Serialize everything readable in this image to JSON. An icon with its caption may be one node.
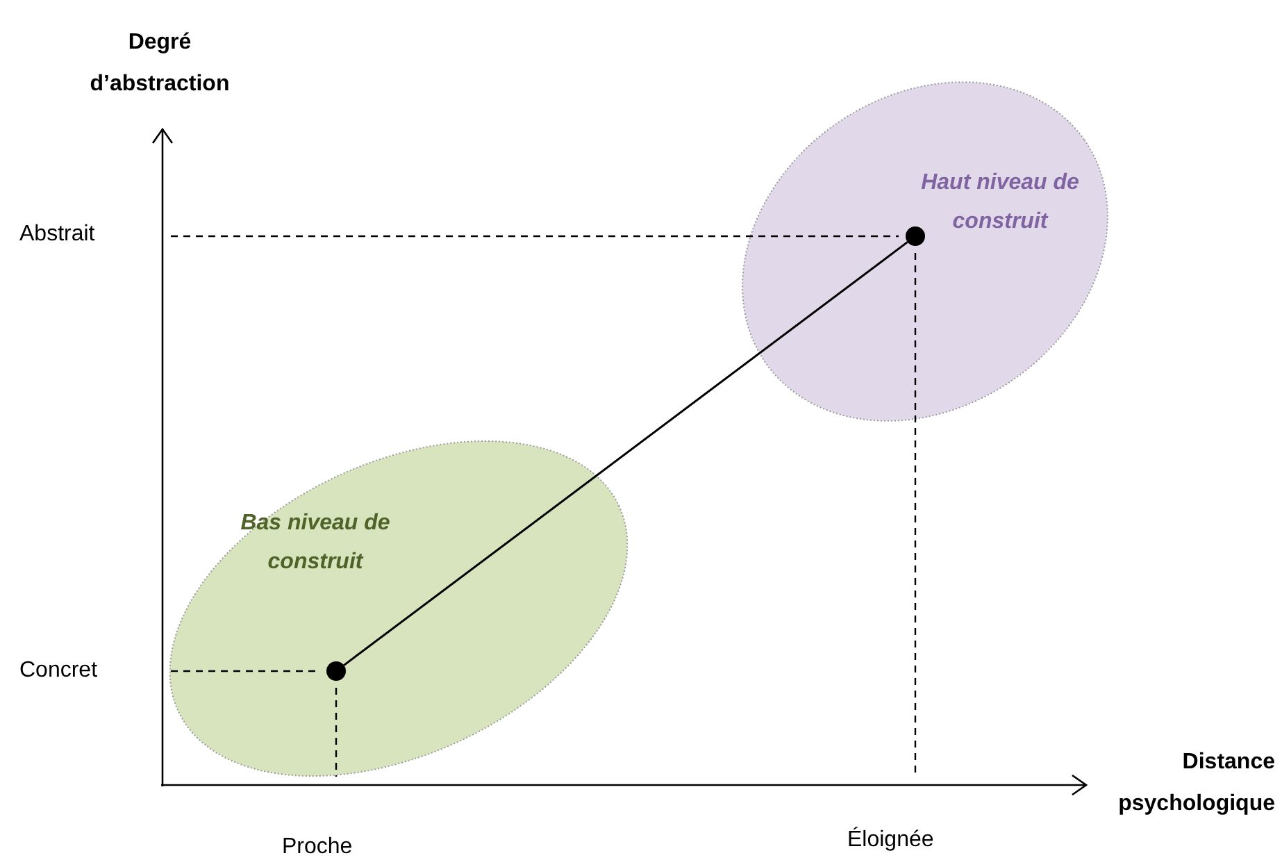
{
  "diagram": {
    "nodes": [
      {
        "text": [
          "Haut niveau de construit"
        ]
      },
      {
        "text": [],
        "shape": "circle",
        "in": 0
      },
      {
        "text": [
          "Bas niveau de construit"
        ]
      },
      {
        "text": [],
        "shape": "circle",
        "in": 2
      }
    ],
    "edges": [
      {
        "from": 3,
        "to": 1,
        "arrow": "none"
      }
    ],
    "labels": [
      "Degré d’abstraction",
      "Abstrait",
      "Concret",
      "Distance psychologique",
      "Proche",
      "Éloignée"
    ]
  }
}
